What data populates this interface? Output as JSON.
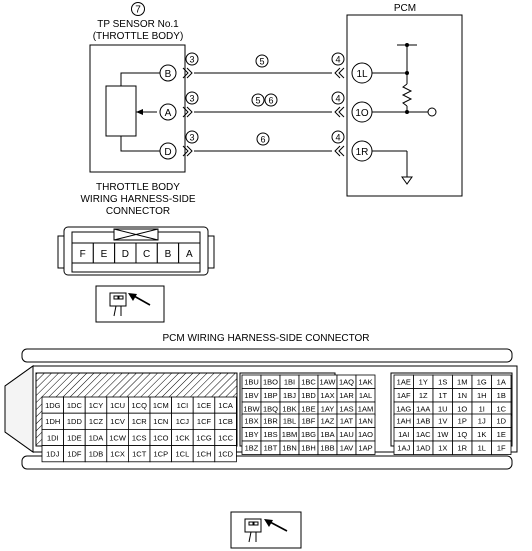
{
  "sensor": {
    "ref": "7",
    "title_line1": "TP SENSOR No.1",
    "title_line2": "(THROTTLE BODY)",
    "pins": [
      "B",
      "A",
      "D"
    ]
  },
  "pcm": {
    "title": "PCM",
    "pins": [
      "1L",
      "1O",
      "1R"
    ]
  },
  "wire_refs": {
    "left_connector": [
      "3",
      "3",
      "3"
    ],
    "right_connector": [
      "4",
      "4",
      "4"
    ],
    "mid": [
      [
        "5"
      ],
      [
        "5",
        "6"
      ],
      [
        "6"
      ]
    ]
  },
  "throttle_connector": {
    "caption_line1": "THROTTLE BODY",
    "caption_line2": "WIRING HARNESS-SIDE",
    "caption_line3": "CONNECTOR",
    "pins": [
      "F",
      "E",
      "D",
      "C",
      "B",
      "A"
    ]
  },
  "pcm_connector": {
    "caption": "PCM WIRING HARNESS-SIDE CONNECTOR",
    "left_block": [
      [
        "1DG",
        "1DC",
        "1CY",
        "1CU",
        "1CQ",
        "1CM",
        "1CI",
        "1CE",
        "1CA"
      ],
      [
        "1DH",
        "1DD",
        "1CZ",
        "1CV",
        "1CR",
        "1CN",
        "1CJ",
        "1CF",
        "1CB"
      ],
      [
        "1DI",
        "1DE",
        "1DA",
        "1CW",
        "1CS",
        "1CO",
        "1CK",
        "1CG",
        "1CC"
      ],
      [
        "1DJ",
        "1DF",
        "1DB",
        "1CX",
        "1CT",
        "1CP",
        "1CL",
        "1CH",
        "1CD"
      ]
    ],
    "mid_top": [
      [
        "1BU",
        "1BO",
        "1BI",
        "1BC",
        "1AW",
        "1AQ",
        "1AK"
      ],
      [
        "1BV",
        "1BP",
        "1BJ",
        "1BD",
        "1AX",
        "1AR",
        "1AL"
      ],
      [
        "1BW",
        "1BQ",
        "1BK",
        "1BE",
        "1AY",
        "1AS",
        "1AM"
      ]
    ],
    "mid_bottom": [
      [
        "1BX",
        "1BR",
        "1BL",
        "1BF",
        "1AZ",
        "1AT",
        "1AN"
      ],
      [
        "1BY",
        "1BS",
        "1BM",
        "1BG",
        "1BA",
        "1AU",
        "1AO"
      ],
      [
        "1BZ",
        "1BT",
        "1BN",
        "1BH",
        "1BB",
        "1AV",
        "1AP"
      ]
    ],
    "right_top": [
      [
        "1AE",
        "1Y",
        "1S",
        "1M",
        "1G",
        "1A"
      ],
      [
        "1AF",
        "1Z",
        "1T",
        "1N",
        "1H",
        "1B"
      ],
      [
        "1AG",
        "1AA",
        "1U",
        "1O",
        "1I",
        "1C"
      ]
    ],
    "right_bottom": [
      [
        "1AH",
        "1AB",
        "1V",
        "1P",
        "1J",
        "1D"
      ],
      [
        "1AI",
        "1AC",
        "1W",
        "1Q",
        "1K",
        "1E"
      ],
      [
        "1AJ",
        "1AD",
        "1X",
        "1R",
        "1L",
        "1F"
      ]
    ]
  }
}
